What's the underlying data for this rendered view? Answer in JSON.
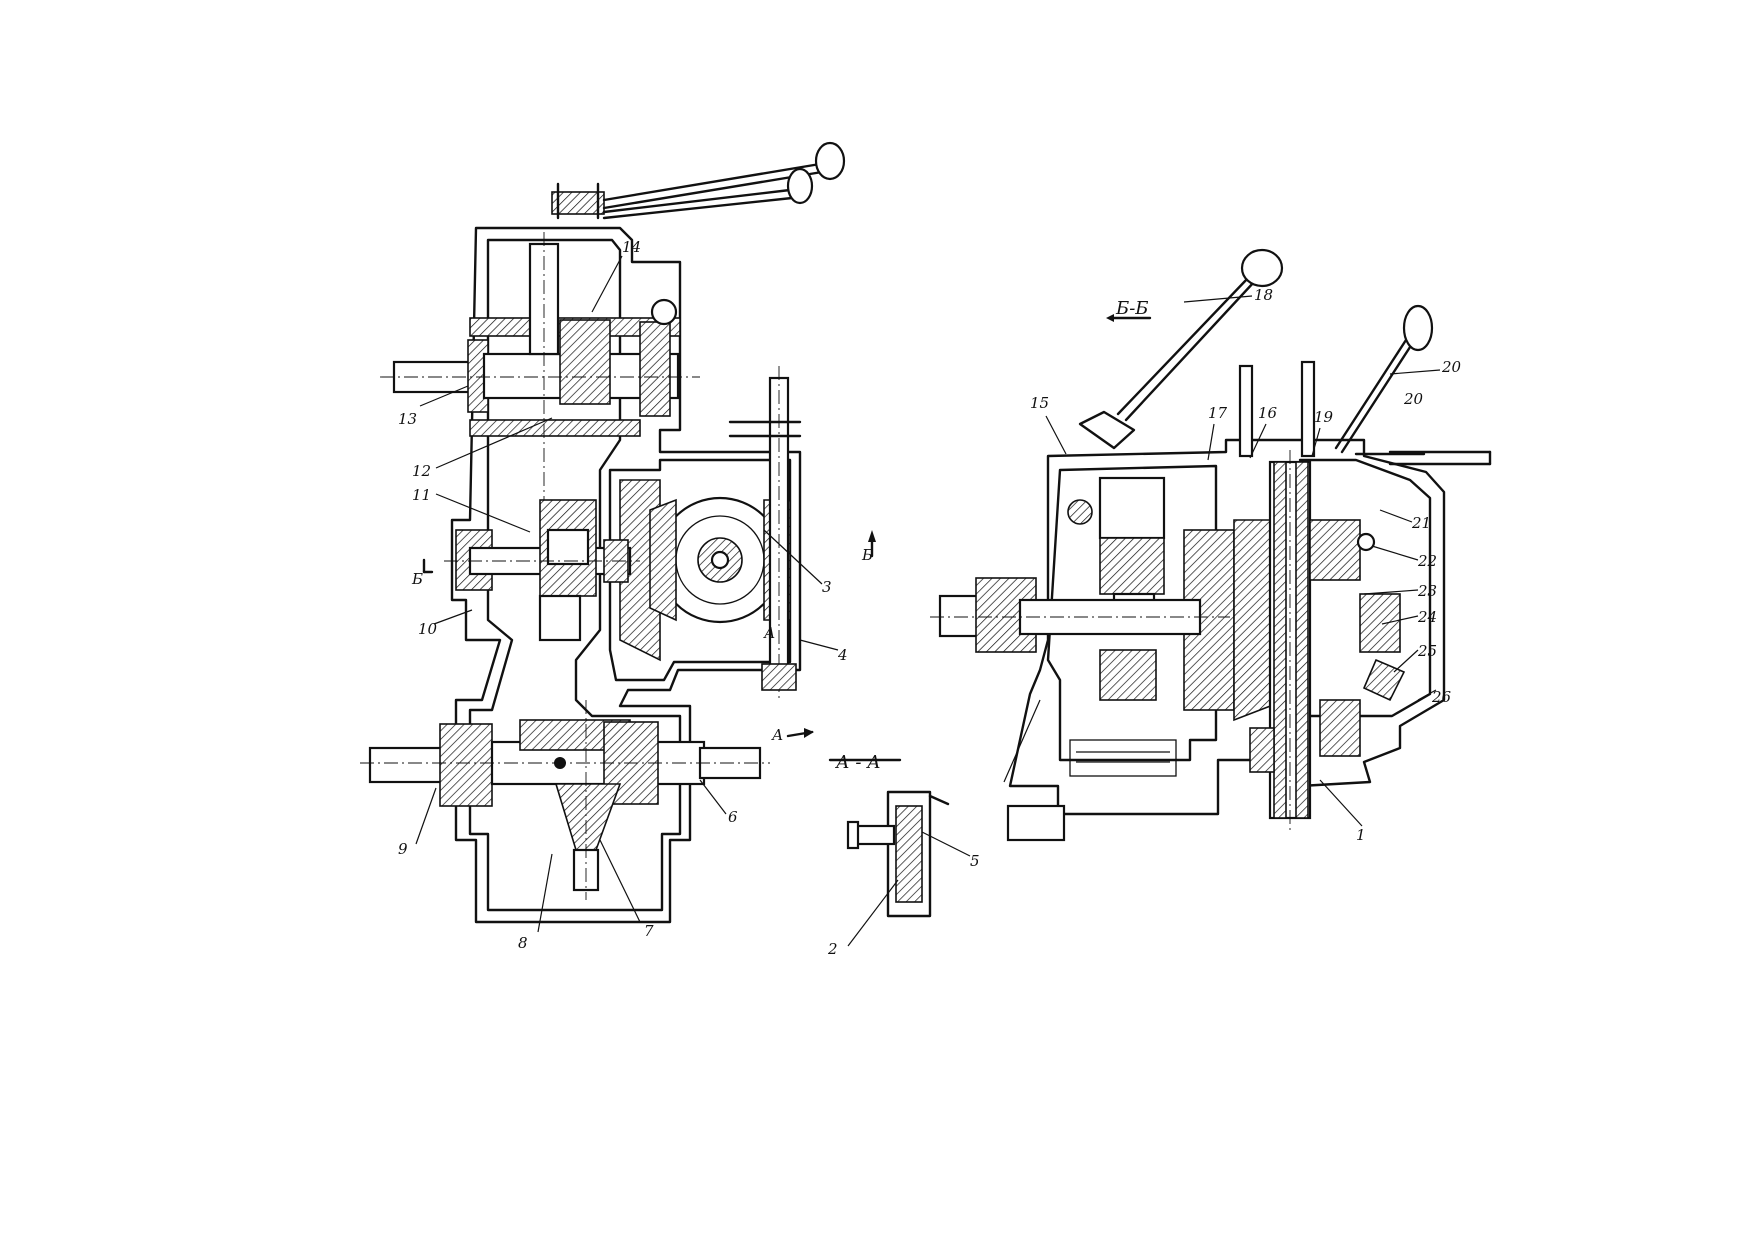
{
  "diagram": {
    "section_labels": {
      "a_a": "А - А",
      "b_b": "Б-Б",
      "a_top": "А",
      "a_arrow": "А",
      "b_left": "Б",
      "b_right": "Б"
    },
    "callouts": {
      "c1": "1",
      "c2": "2",
      "c3": "3",
      "c4": "4",
      "c5": "5",
      "c6": "6",
      "c7": "7",
      "c8": "8",
      "c9": "9",
      "c10": "10",
      "c11": "11",
      "c12": "12",
      "c13": "13",
      "c14": "14",
      "c15": "15",
      "c16": "16",
      "c17": "17",
      "c18": "18",
      "c19": "19",
      "c20a": "20",
      "c20b": "20",
      "c21": "21",
      "c22": "22",
      "c23": "23",
      "c24": "24",
      "c25": "25",
      "c26": "26"
    }
  }
}
